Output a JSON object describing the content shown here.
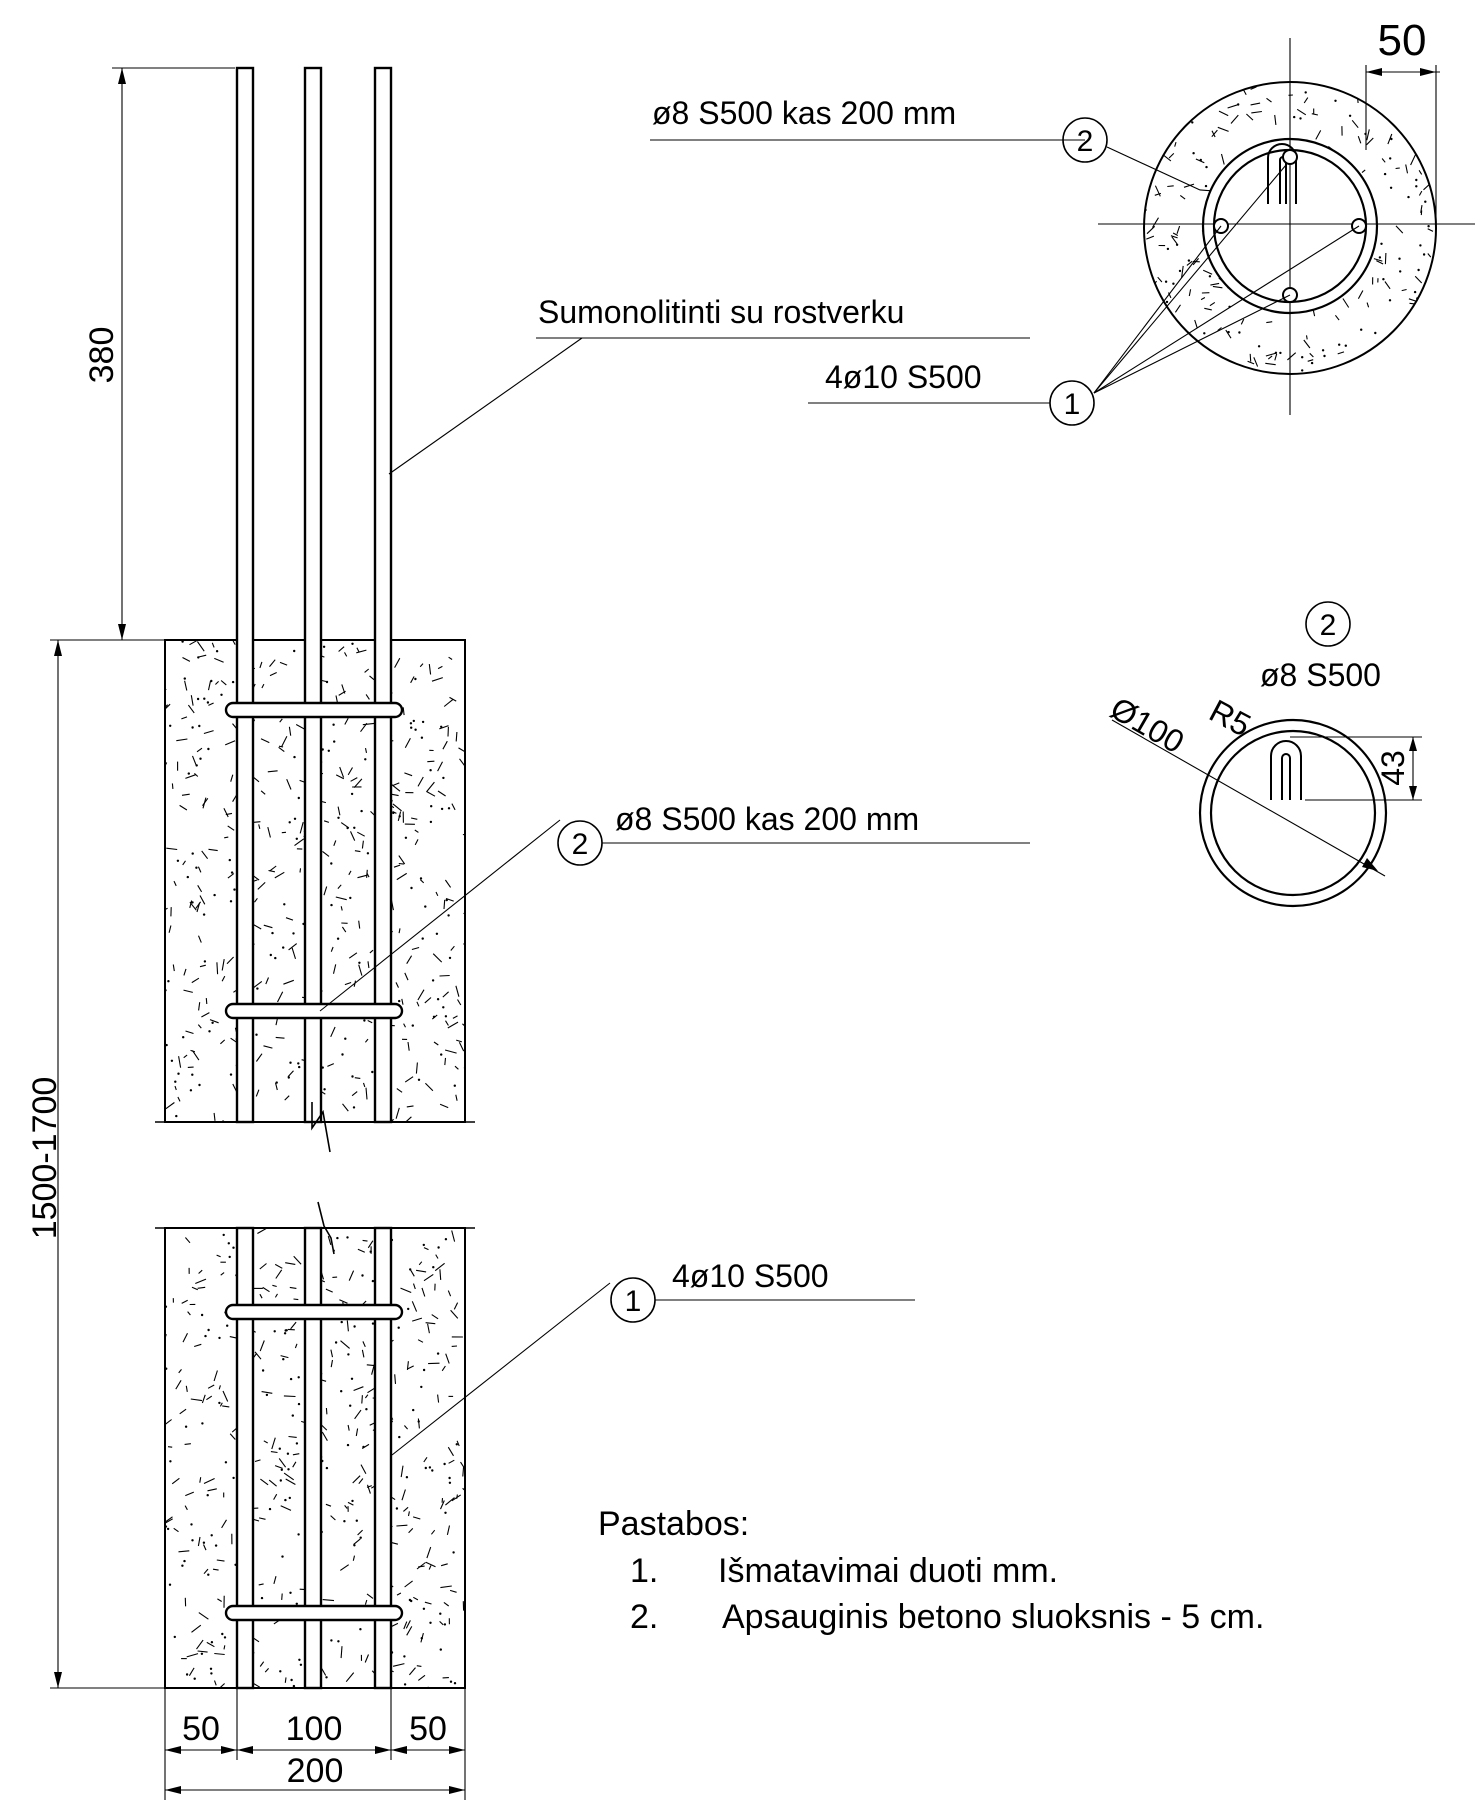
{
  "dimensions": {
    "top_bar_length": "380",
    "pile_length": "1500-1700",
    "cover_left": "50",
    "bar_spacing": "100",
    "cover_right": "50",
    "pile_width": "200",
    "section_cover": "50",
    "hoop_diameter": "Ø100",
    "hook_radius": "R5",
    "hook_height": "43"
  },
  "callouts": {
    "section_marker_2": "2",
    "section_label_2": "ø8 S500 kas 200 mm",
    "section_note": "Sumonolitinti su rostverku",
    "section_marker_1": "1",
    "section_label_1": "4ø10 S500",
    "elev_marker_2": "2",
    "elev_label_2": "ø8 S500 kas 200 mm",
    "elev_marker_1": "1",
    "elev_label_1": "4ø10 S500",
    "detail_marker_2": "2",
    "detail_label_2": "ø8 S500"
  },
  "notes": {
    "title": "Pastabos:",
    "items": [
      {
        "num": "1.",
        "text": "Išmatavimai duoti mm."
      },
      {
        "num": "2.",
        "text": "Apsauginis betono sluoksnis - 5 cm."
      }
    ]
  }
}
